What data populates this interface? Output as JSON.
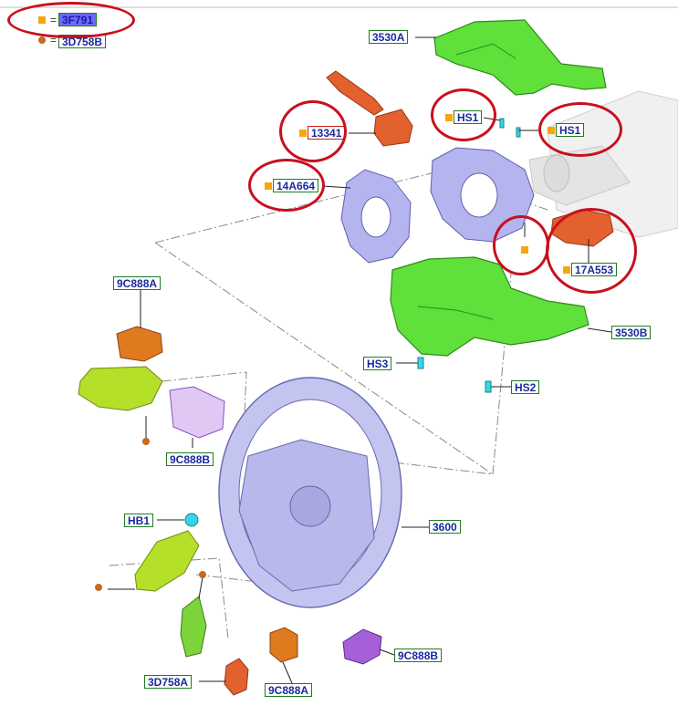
{
  "legend": {
    "square_code": "3F791",
    "circle_code": "3D758B",
    "equals": "="
  },
  "callouts": {
    "shroud_upper": "3530A",
    "shroud_lower": "3530B",
    "hs1_left": "HS1",
    "hs1_right": "HS1",
    "switch_left": "13341",
    "clockspring": "14A664",
    "switch_right": "17A553",
    "hs3": "HS3",
    "hs2": "HS2",
    "switch_top_left": "9C888A",
    "bracket_left": "9C888B",
    "hb1": "HB1",
    "wheel": "3600",
    "bracket_bottom_left": "3D758A",
    "switch_bottom": "9C888A",
    "bracket_bottom_right": "9C888B"
  },
  "colors": {
    "callout_text": "#1a2a9c",
    "callout_border": "#1e7d1e",
    "highlight_ring": "#c8101e",
    "square_marker": "#f5a80a",
    "circle_marker": "#c56a1e",
    "shroud_green": "#5fe03a",
    "switch_orange": "#e2612f",
    "clockspring_lavender": "#b4b4ee",
    "wheel_lavender": "#c4c4f0",
    "trim_yellowgreen": "#b4e02a",
    "bracket_purple": "#a560d8",
    "fastener_cyan": "#36d6e6"
  }
}
